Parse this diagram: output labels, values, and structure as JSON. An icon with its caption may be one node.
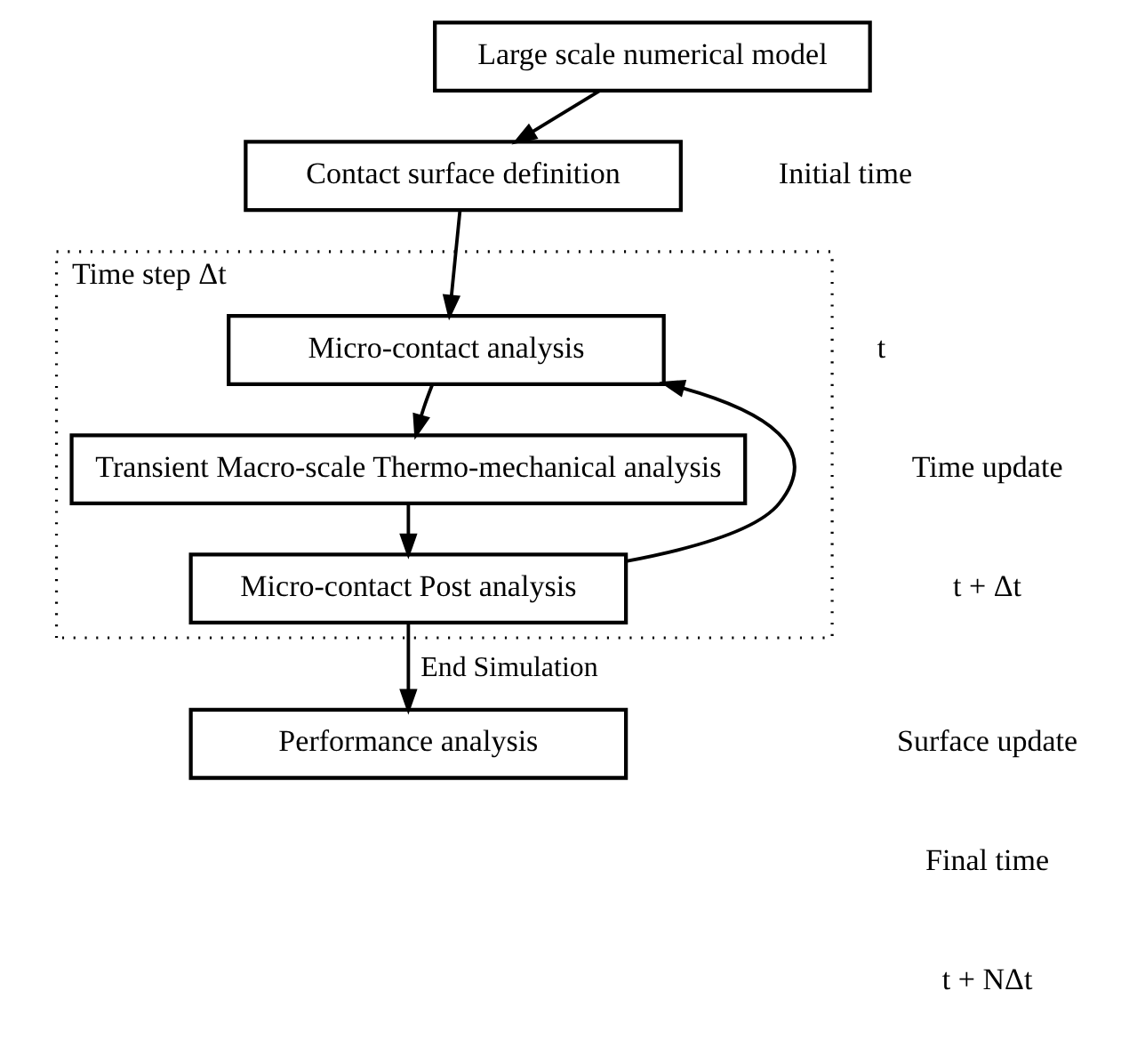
{
  "diagram": {
    "nodes": [
      {
        "text": [
          "Large scale numerical model"
        ]
      },
      {
        "text": [
          "Contact surface definition"
        ]
      },
      {
        "text": [
          "Time step Δt"
        ]
      },
      {
        "text": [
          "Micro-contact analysis"
        ],
        "in": 2
      },
      {
        "text": [
          "Transient Macro-scale Thermo-mechanical analysis"
        ],
        "in": 2
      },
      {
        "text": [
          "Micro-contact Post analysis"
        ],
        "in": 2
      },
      {
        "text": [
          "Performance analysis"
        ]
      }
    ],
    "edges": [
      {
        "from": 0,
        "to": 1,
        "arrow": "to"
      },
      {
        "from": 1,
        "to": 3,
        "arrow": "to"
      },
      {
        "from": 3,
        "to": 4,
        "arrow": "to"
      },
      {
        "from": 4,
        "to": 5,
        "arrow": "to"
      },
      {
        "from": 5,
        "to": 3,
        "arrow": "to"
      },
      {
        "from": 5,
        "to": 6,
        "label": "End Simulation",
        "arrow": "to"
      }
    ],
    "labels": [
      "Initial time",
      "t",
      "Time update",
      "t + Δt",
      "Surface update",
      "Final time",
      "t + NΔt"
    ]
  }
}
